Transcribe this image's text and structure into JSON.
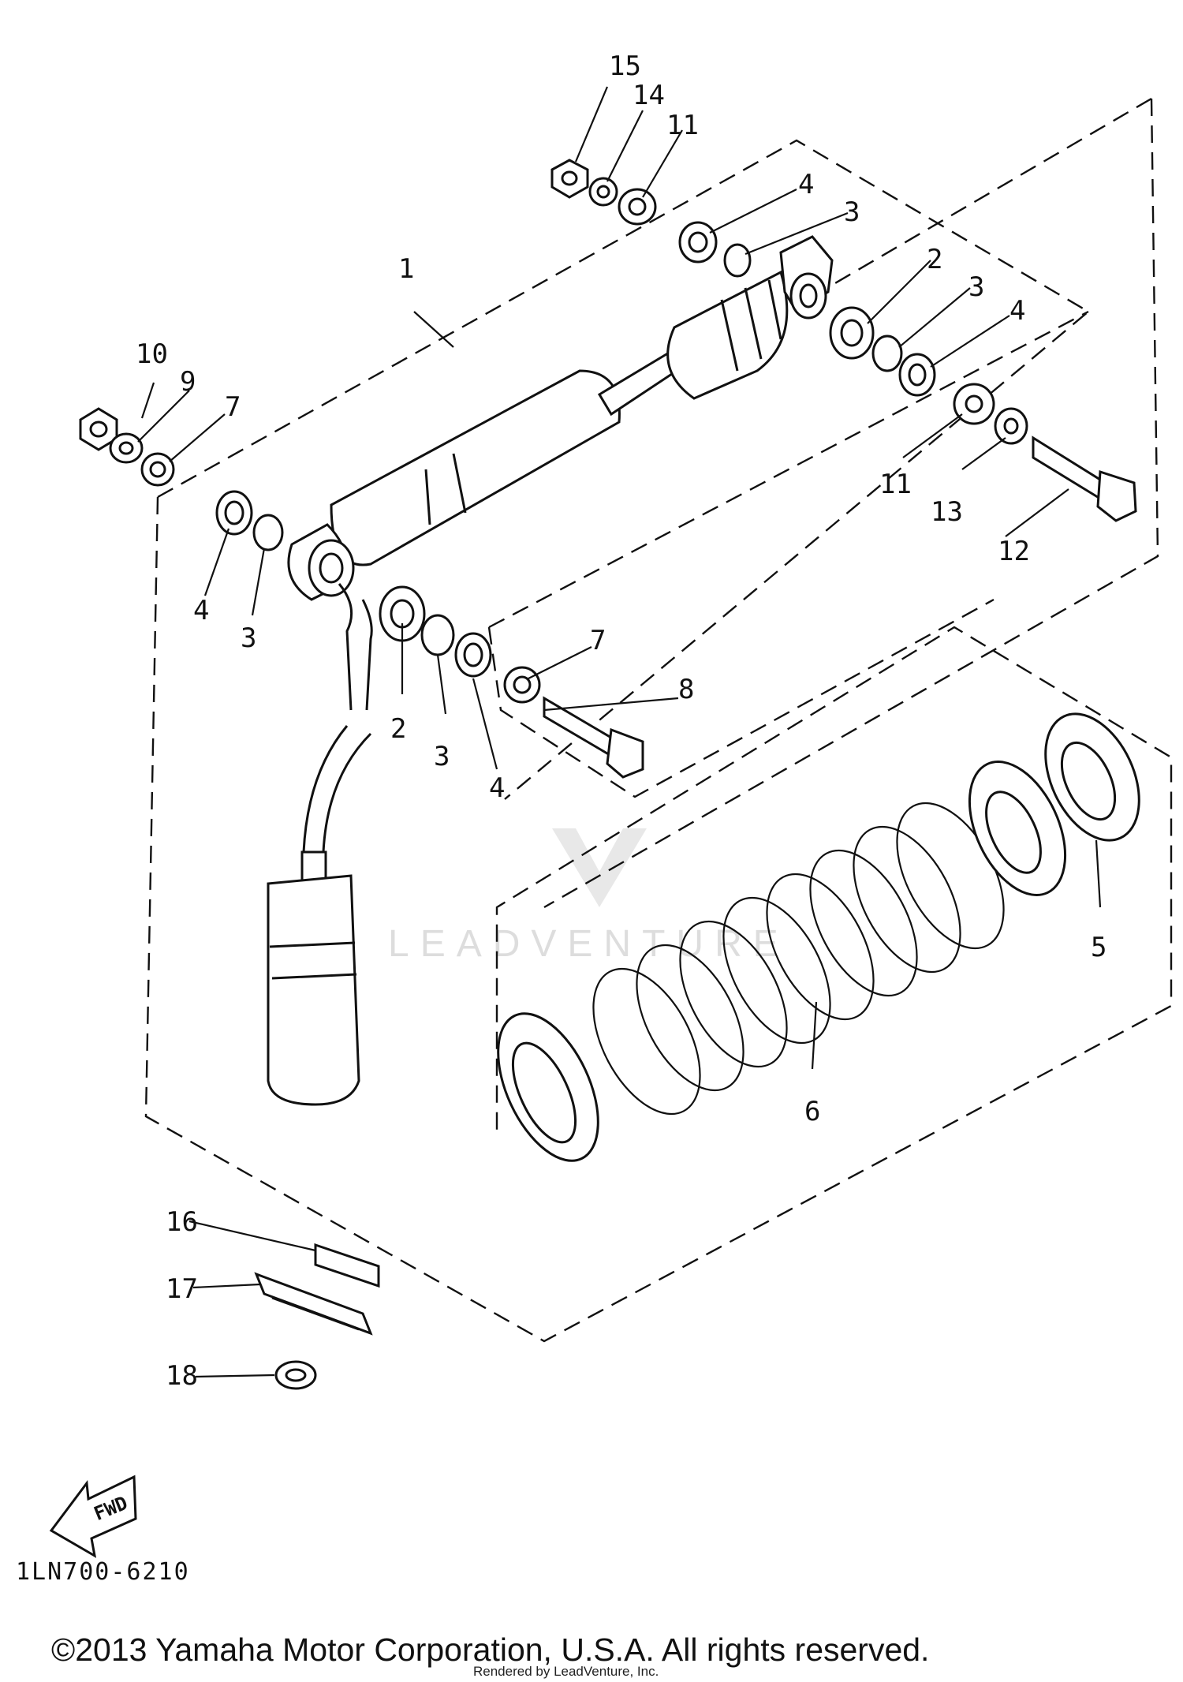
{
  "diagram": {
    "callouts": [
      "1",
      "2",
      "3",
      "4",
      "5",
      "6",
      "7",
      "8",
      "9",
      "10",
      "11",
      "12",
      "13",
      "14",
      "15",
      "16",
      "17",
      "18"
    ],
    "fwd_label": "FWD",
    "part_code": "1LN700-6210",
    "watermark": "LEADVENTURE",
    "copyright": "©2013 Yamaha Motor Corporation, U.S.A. All rights reserved.",
    "rendered_by": "Rendered by LeadVenture, Inc."
  }
}
